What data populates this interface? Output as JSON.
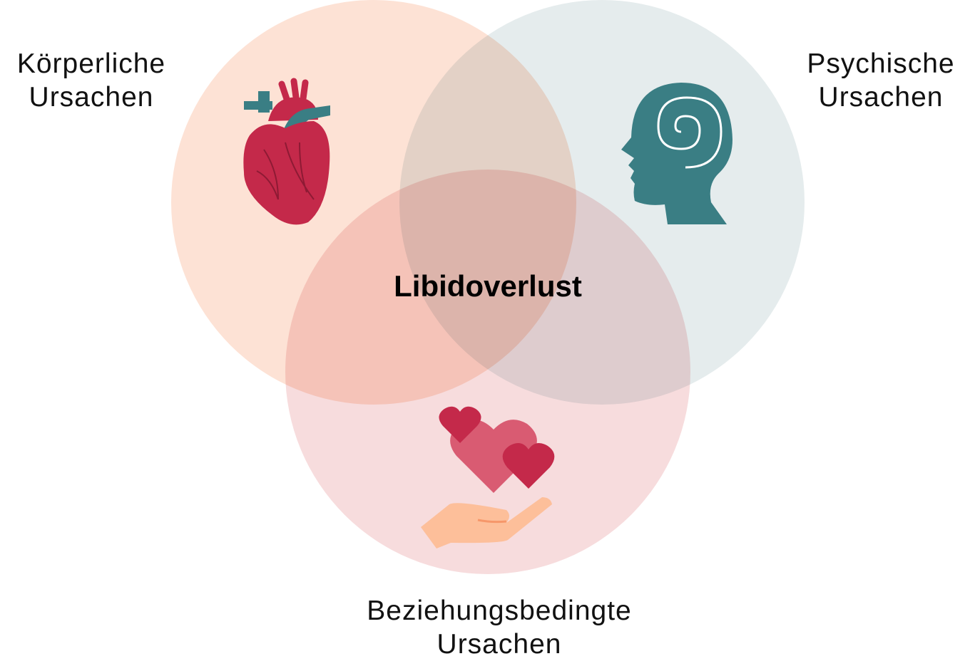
{
  "title": "Libidoverlust",
  "sets": [
    {
      "line1": "Körperliche",
      "line2": "Ursachen",
      "icon": "anatomical-heart-icon",
      "color": "#FDE2D5"
    },
    {
      "line1": "Psychische",
      "line2": "Ursachen",
      "icon": "head-spiral-icon",
      "color": "#E4EBEC"
    },
    {
      "line1": "Beziehungsbedingte",
      "line2": "Ursachen",
      "icon": "hand-hearts-icon",
      "color": "#F6D9DA"
    }
  ],
  "colors": {
    "heart_red": "#C4294A",
    "teal": "#3A7E84",
    "pink": "#D95B72",
    "skin": "#FDBF9A"
  }
}
